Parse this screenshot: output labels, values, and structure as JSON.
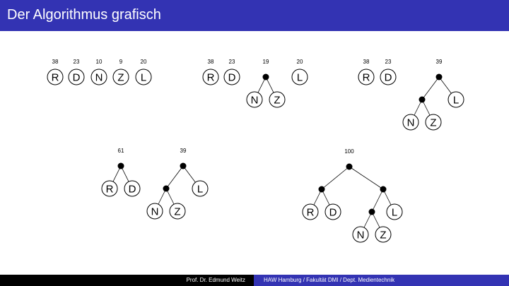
{
  "header": {
    "title": "Der Algorithmus grafisch"
  },
  "footer": {
    "author": "Prof. Dr. Edmund Weitz",
    "institution": "HAW Hamburg / Fakultät DMI / Dept. Medientechnik"
  },
  "colors": {
    "accent": "#3333b3",
    "footer_dark": "#000000"
  },
  "stages": [
    {
      "trees": [
        {
          "weight": "38",
          "root": {
            "leaf": "R"
          }
        },
        {
          "weight": "23",
          "root": {
            "leaf": "D"
          }
        },
        {
          "weight": "10",
          "root": {
            "leaf": "N"
          }
        },
        {
          "weight": "9",
          "root": {
            "leaf": "Z"
          }
        },
        {
          "weight": "20",
          "root": {
            "leaf": "L"
          }
        }
      ]
    },
    {
      "trees": [
        {
          "weight": "38",
          "root": {
            "leaf": "R"
          }
        },
        {
          "weight": "23",
          "root": {
            "leaf": "D"
          }
        },
        {
          "weight": "19",
          "root": {
            "children": [
              {
                "leaf": "N"
              },
              {
                "leaf": "Z"
              }
            ]
          }
        },
        {
          "weight": "20",
          "root": {
            "leaf": "L"
          }
        }
      ]
    },
    {
      "trees": [
        {
          "weight": "38",
          "root": {
            "leaf": "R"
          }
        },
        {
          "weight": "23",
          "root": {
            "leaf": "D"
          }
        },
        {
          "weight": "39",
          "root": {
            "children": [
              {
                "children": [
                  {
                    "leaf": "N"
                  },
                  {
                    "leaf": "Z"
                  }
                ]
              },
              {
                "leaf": "L"
              }
            ]
          }
        }
      ]
    },
    {
      "trees": [
        {
          "weight": "61",
          "root": {
            "children": [
              {
                "leaf": "R"
              },
              {
                "leaf": "D"
              }
            ]
          }
        },
        {
          "weight": "39",
          "root": {
            "children": [
              {
                "children": [
                  {
                    "leaf": "N"
                  },
                  {
                    "leaf": "Z"
                  }
                ]
              },
              {
                "leaf": "L"
              }
            ]
          }
        }
      ]
    },
    {
      "trees": [
        {
          "weight": "100",
          "root": {
            "children": [
              {
                "children": [
                  {
                    "leaf": "R"
                  },
                  {
                    "leaf": "D"
                  }
                ]
              },
              {
                "children": [
                  {
                    "children": [
                      {
                        "leaf": "N"
                      },
                      {
                        "leaf": "Z"
                      }
                    ]
                  },
                  {
                    "leaf": "L"
                  }
                ]
              }
            ]
          }
        }
      ]
    }
  ]
}
